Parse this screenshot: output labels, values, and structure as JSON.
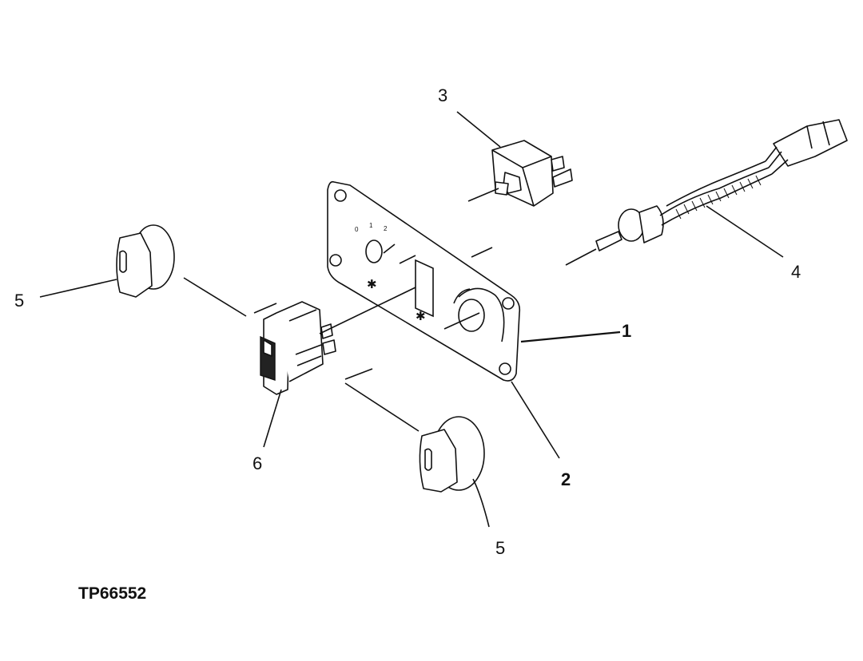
{
  "figure_id": "TP66552",
  "callouts": {
    "panel_plate": "1",
    "panel_outline": "2",
    "blower_switch": "3",
    "temperature_control": "4",
    "knob_upper": "5",
    "knob_lower": "5",
    "rocker_switch": "6"
  },
  "panel_marks": {
    "pos0": "0",
    "pos1": "1",
    "pos2": "2",
    "star_a": "✱",
    "star_b": "✱"
  }
}
